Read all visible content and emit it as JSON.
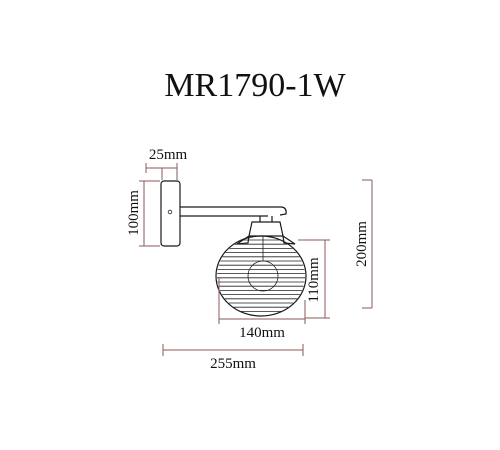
{
  "drawing": {
    "model": "MR1790-1W",
    "dimensions": {
      "bracket_depth": "25mm",
      "plate_height": "100mm",
      "total_height": "200mm",
      "shade_height": "110mm",
      "shade_width": "140mm",
      "total_projection": "255mm"
    }
  },
  "colors": {
    "dimension_line": "#8a5a5a",
    "outline": "#1a1a1a"
  }
}
